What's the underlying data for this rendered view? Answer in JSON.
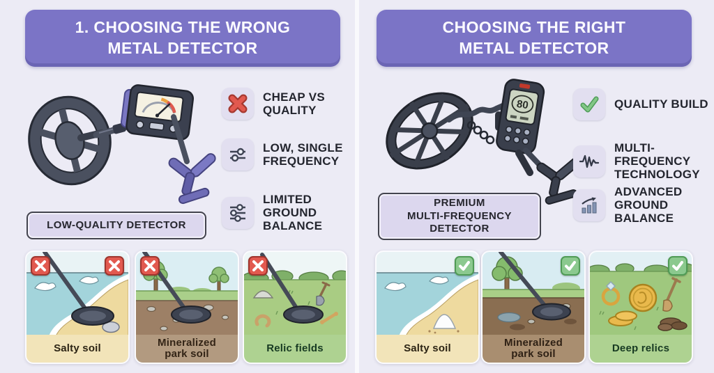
{
  "meta": {
    "title": "Choosing a metal detector infographic"
  },
  "colors": {
    "background": "#ecebf5",
    "header_purple": "#7b74c6",
    "wrong_red": "#e2594f",
    "right_green": "#8bc98e",
    "icon_tile_bg": "#e2dff0",
    "badge_bg": "#dcd7ee"
  },
  "left": {
    "header": "1. CHOOSING THE WRONG\nMETAL DETECTOR",
    "detector_illustration": "low-quality analog metal detector",
    "features": [
      {
        "icon": "cross-icon",
        "label": "CHEAP VS\nQUALITY"
      },
      {
        "icon": "sliders-two-icon",
        "label": "LOW, SINGLE\nFREQUENCY"
      },
      {
        "icon": "sliders-three-icon",
        "label": "LIMITED\nGROUND\nBALANCE"
      }
    ],
    "badge": "LOW-QUALITY DETECTOR",
    "panels": [
      {
        "caption": "Salty soil",
        "marks": [
          "cross",
          "cross"
        ],
        "scene": "beach-with-detector"
      },
      {
        "caption": "Mineralized\npark soil",
        "marks": [
          "cross"
        ],
        "scene": "park-soil-with-detector"
      },
      {
        "caption": "Relic fields",
        "marks": [
          "cross"
        ],
        "scene": "relic-field-with-detector"
      }
    ]
  },
  "right": {
    "header": "CHOOSING THE RIGHT\nMETAL DETECTOR",
    "detector_illustration": "premium digital multi-frequency metal detector",
    "detector": {
      "display": "80"
    },
    "features": [
      {
        "icon": "check-icon",
        "label": "QUALITY BUILD"
      },
      {
        "icon": "waveform-icon",
        "label": "MULTI-FREQUENCY\nTECHNOLOGY"
      },
      {
        "icon": "growth-chart-icon",
        "label": "ADVANCED\nGROUND\nBALANCE"
      }
    ],
    "badge": "PREMIUM\nMULTI-FREQUENCY\nDETECTOR",
    "panels": [
      {
        "caption": "Salty soil",
        "marks": [
          "check"
        ],
        "scene": "beach-with-salt-pile"
      },
      {
        "caption": "Mineralized\npark soil",
        "marks": [
          "check"
        ],
        "scene": "park-soil-with-detector"
      },
      {
        "caption": "Deep relics",
        "marks": [
          "check"
        ],
        "scene": "deep-relics-treasure"
      }
    ]
  }
}
